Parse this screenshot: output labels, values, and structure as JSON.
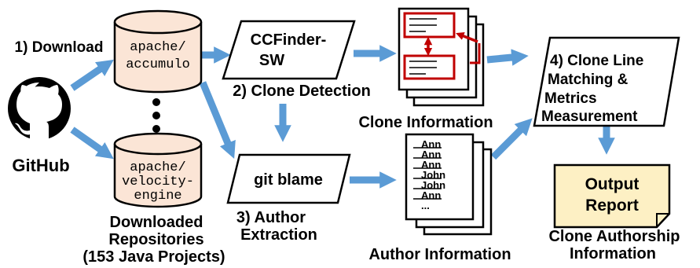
{
  "steps": {
    "download": "1) Download",
    "clone_detection": "2) Clone Detection",
    "author_extraction_line1": "3) Author",
    "author_extraction_line2": "Extraction",
    "matching_line1": "4) Clone Line",
    "matching_line2": "Matching &",
    "matching_line3": "Metrics",
    "matching_line4": "Measurement"
  },
  "source": {
    "label": "GitHub",
    "icon": "github-octocat-icon"
  },
  "repositories": {
    "repo1_line1": "apache/",
    "repo1_line2": "accumulo",
    "repo2_line1": "apache/",
    "repo2_line2": "velocity-",
    "repo2_line3": "engine",
    "caption_line1": "Downloaded",
    "caption_line2": "Repositories",
    "caption_line3": "(153 Java Projects)"
  },
  "tools": {
    "ccfinder_line1": "CCFinder-",
    "ccfinder_line2": "SW",
    "git_blame": "git blame"
  },
  "outputs": {
    "clone_information": "Clone Information",
    "author_information": "Author Information",
    "author_lines": [
      "Ann",
      "Ann",
      "Ann",
      "John",
      "John",
      "Ann",
      "..."
    ],
    "report_line1": "Output",
    "report_line2": "Report",
    "report_caption_line1": "Clone Authorship",
    "report_caption_line2": "Information"
  },
  "colors": {
    "arrow": "#5b9bd5",
    "cylinder_fill": "#fbe5d6",
    "clone_box": "#c00000",
    "report_fill": "#fdf0c4"
  }
}
